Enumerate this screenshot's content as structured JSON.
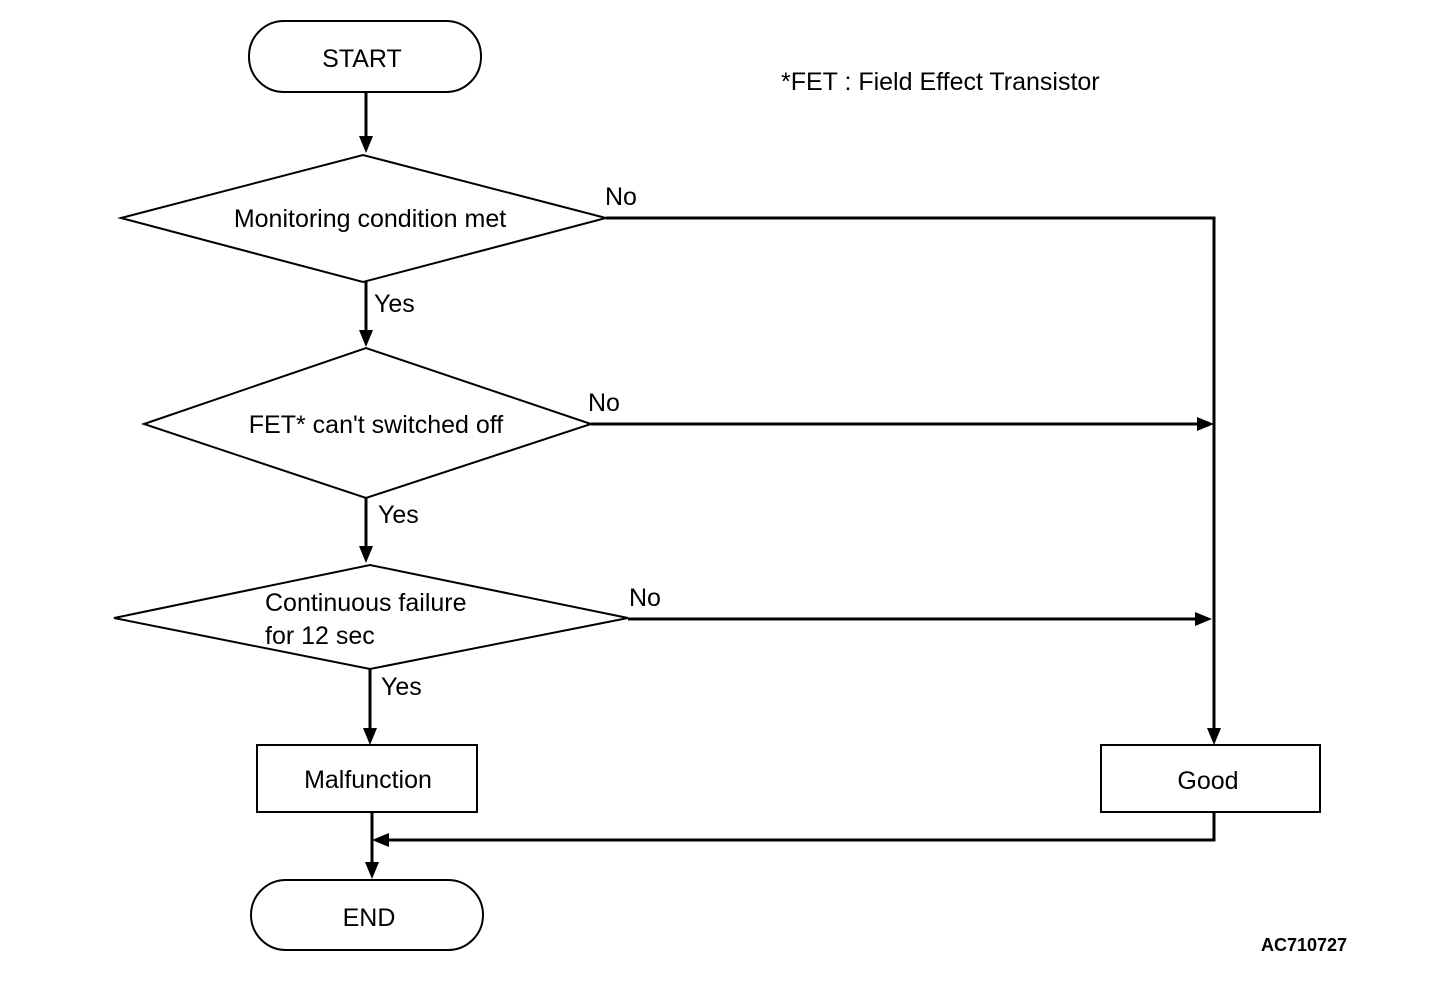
{
  "note": "*FET : Field Effect Transistor",
  "figure_code": "AC710727",
  "nodes": {
    "start": "START",
    "decision1": "Monitoring condition met",
    "decision2": "FET* can't switched off",
    "decision3_line1": "Continuous failure",
    "decision3_line2": "for 12 sec",
    "malfunction": "Malfunction",
    "good": "Good",
    "end": "END"
  },
  "edge_labels": {
    "d1_no": "No",
    "d1_yes": "Yes",
    "d2_no": "No",
    "d2_yes": "Yes",
    "d3_no": "No",
    "d3_yes": "Yes"
  }
}
